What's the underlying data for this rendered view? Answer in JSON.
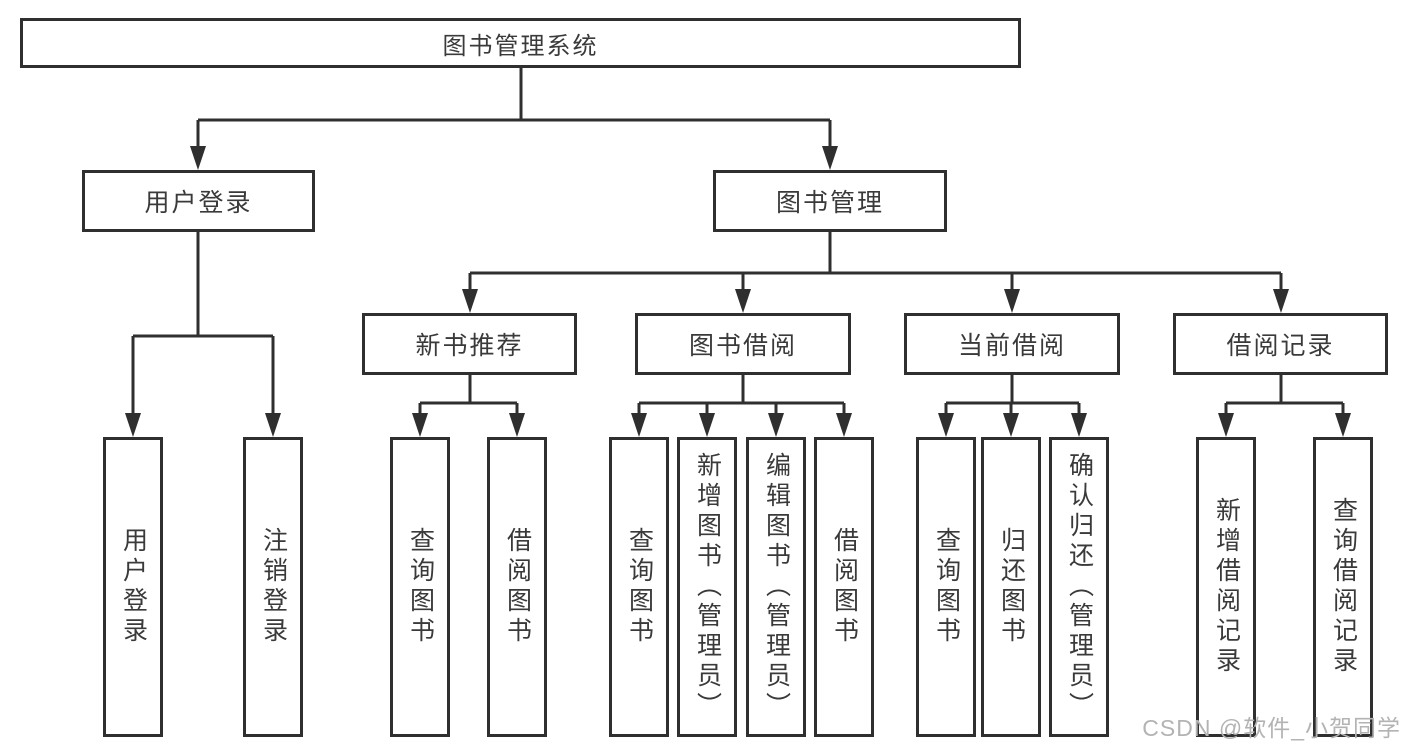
{
  "diagram": {
    "root": {
      "label": "图书管理系统"
    },
    "level2": [
      {
        "id": "user-login",
        "label": "用户登录"
      },
      {
        "id": "book-management",
        "label": "图书管理"
      }
    ],
    "level3": [
      {
        "id": "new-book-recommend",
        "label": "新书推荐"
      },
      {
        "id": "book-borrow",
        "label": "图书借阅"
      },
      {
        "id": "current-borrow",
        "label": "当前借阅"
      },
      {
        "id": "borrow-records",
        "label": "借阅记录"
      }
    ],
    "leaf_groups": [
      {
        "id": "under-user-login",
        "leaves": [
          "用户登录",
          "注销登录"
        ]
      },
      {
        "id": "under-new-book-recommend",
        "leaves": [
          "查询图书",
          "借阅图书"
        ]
      },
      {
        "id": "under-book-borrow",
        "leaves": [
          "查询图书",
          "新增图书（管理员）",
          "编辑图书（管理员）",
          "借阅图书"
        ]
      },
      {
        "id": "under-current-borrow",
        "leaves": [
          "查询图书",
          "归还图书",
          "确认归还（管理员）"
        ]
      },
      {
        "id": "under-borrow-records",
        "leaves": [
          "新增借阅记录",
          "查询借阅记录"
        ]
      }
    ]
  },
  "watermark": "CSDN @软件_小贺同学",
  "colors": {
    "line": "#2f2f2f",
    "text": "#3a3a3a",
    "watermark": "#b3b3b3",
    "background": "#ffffff"
  }
}
